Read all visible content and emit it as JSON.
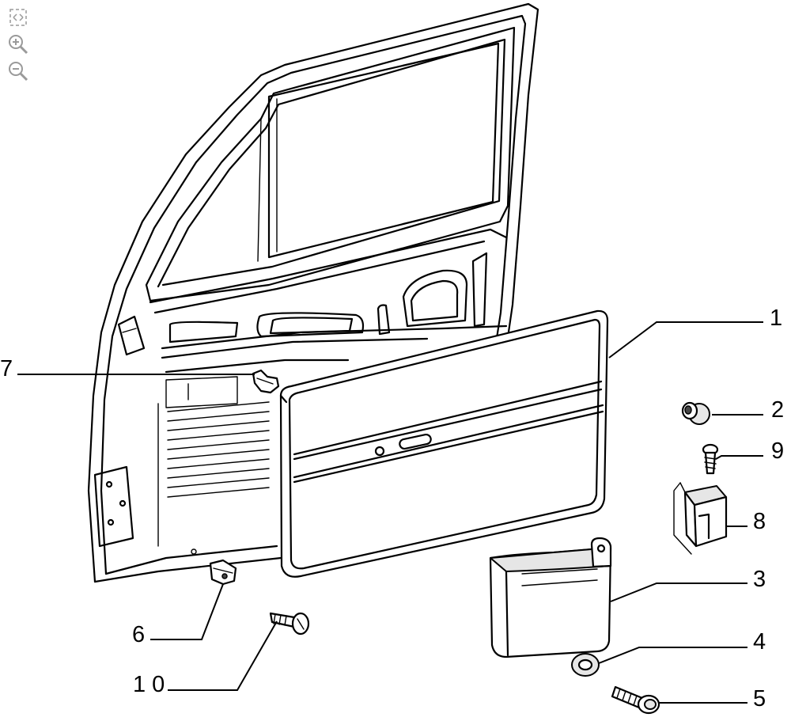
{
  "toolbar": {
    "buttons": [
      {
        "name": "fit-to-window-icon"
      },
      {
        "name": "zoom-in-icon"
      },
      {
        "name": "zoom-out-icon"
      }
    ]
  },
  "callouts": {
    "c1": "1",
    "c2": "2",
    "c3": "3",
    "c4": "4",
    "c5": "5",
    "c6": "6",
    "c7": "7",
    "c8": "8",
    "c9": "9",
    "c10": "1 0"
  },
  "colors": {
    "line": "#000000",
    "background": "#ffffff",
    "toolbar_icon": "#9a9a9a"
  }
}
